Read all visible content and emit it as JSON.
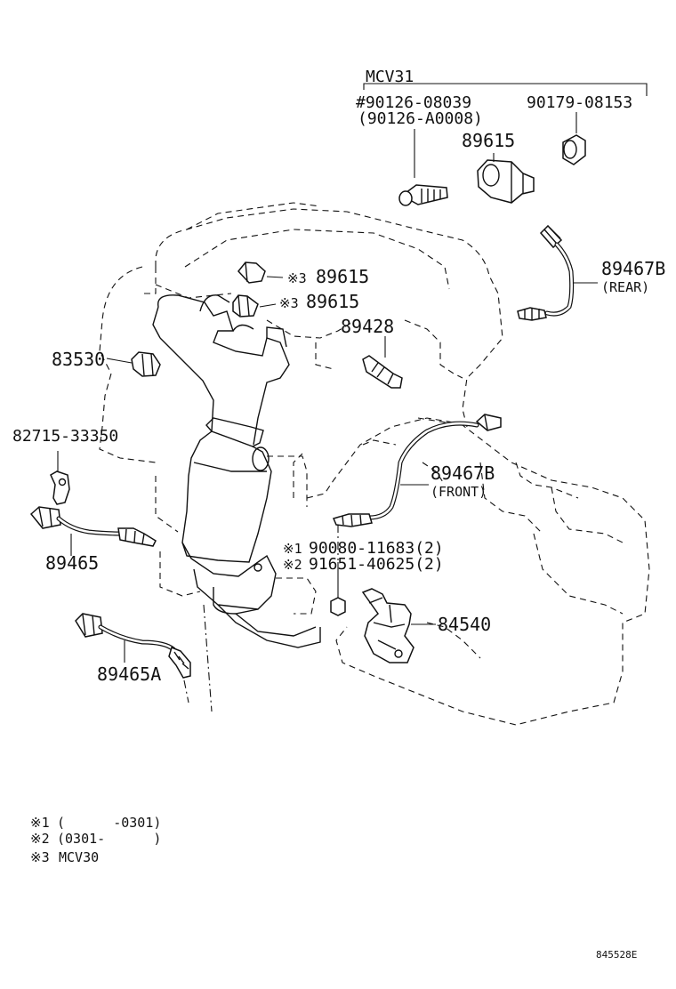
{
  "group": {
    "model": "MCV31",
    "bolt_part": "#90126-08039",
    "bolt_alt": "(90126-A0008)",
    "nut_part": "90179-08153",
    "knock_sensor": "89615"
  },
  "labels": {
    "p89615_a": "89615",
    "p89615_b": "89615",
    "mark_a": "※3",
    "mark_b": "※3",
    "p89428": "89428",
    "p89467b_rear": "89467B",
    "rear": "(REAR)",
    "p83530": "83530",
    "p82715": "82715-33350",
    "p89467b_front": "89467B",
    "front": "(FRONT)",
    "p89465": "89465",
    "p90080_mark": "※1",
    "p90080": "90080-11683(2)",
    "p91651_mark": "※2",
    "p91651": "91651-40625(2)",
    "p84540": "84540",
    "p89465a": "89465A"
  },
  "notes": [
    {
      "mark": "※1",
      "text": "(      -0301)"
    },
    {
      "mark": "※2",
      "text": "(0301-      )"
    },
    {
      "mark": "※3",
      "text": "MCV30"
    }
  ],
  "figure_id": "845528E"
}
